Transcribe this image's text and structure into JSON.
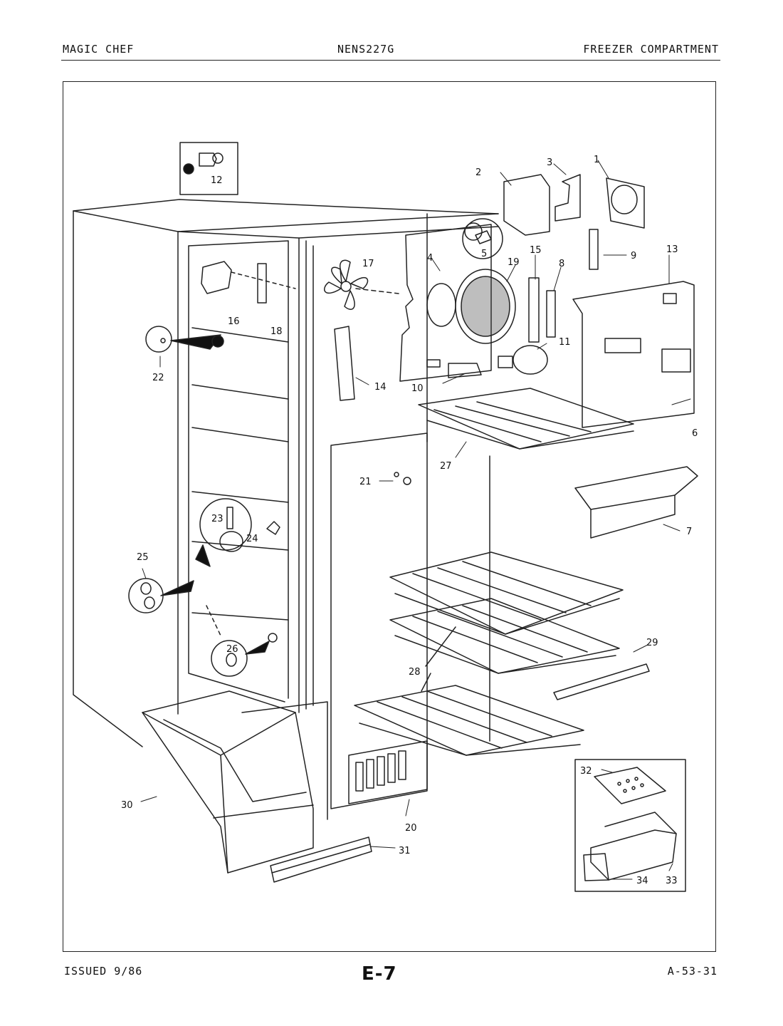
{
  "header": {
    "brand": "MAGIC CHEF",
    "model": "NENS227G",
    "section": "FREEZER COMPARTMENT"
  },
  "footer": {
    "issued": "ISSUED 9/86",
    "page": "E-7",
    "ref": "A-53-31"
  },
  "callouts": {
    "c1": "1",
    "c2": "2",
    "c3": "3",
    "c4": "4",
    "c5": "5",
    "c6": "6",
    "c7": "7",
    "c8": "8",
    "c9": "9",
    "c10": "10",
    "c11": "11",
    "c12": "12",
    "c13": "13",
    "c14": "14",
    "c15": "15",
    "c16": "16",
    "c17": "17",
    "c18": "18",
    "c19": "19",
    "c20": "20",
    "c21": "21",
    "c22": "22",
    "c23": "23",
    "c24": "24",
    "c25": "25",
    "c26": "26",
    "c27": "27",
    "c28": "28",
    "c29": "29",
    "c30": "30",
    "c31": "31",
    "c32": "32",
    "c33": "33",
    "c34": "34"
  }
}
